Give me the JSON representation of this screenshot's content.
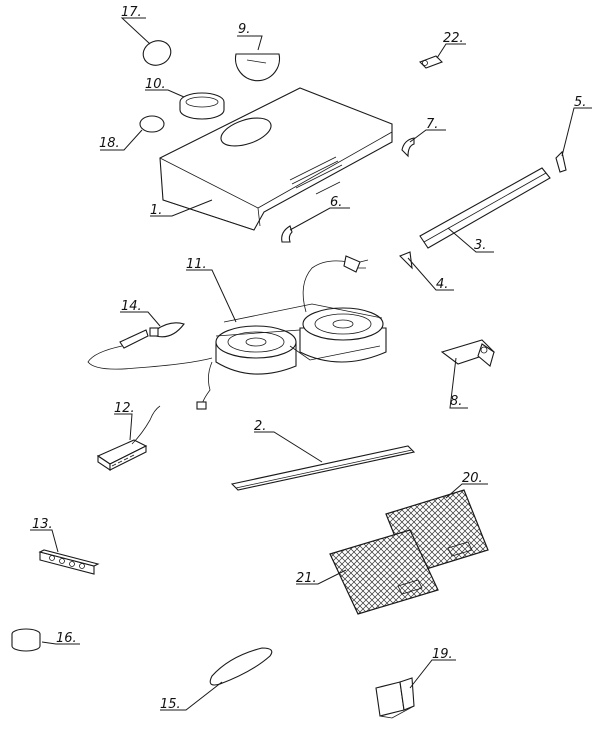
{
  "labels": {
    "p1": "1.",
    "p2": "2.",
    "p3": "3.",
    "p4": "4.",
    "p5": "5.",
    "p6": "6.",
    "p7": "7.",
    "p8": "8.",
    "p9": "9.",
    "p10": "10.",
    "p11": "11.",
    "p12": "12.",
    "p13": "13.",
    "p14": "14.",
    "p15": "15.",
    "p16": "16.",
    "p17": "17.",
    "p18": "18.",
    "p19": "19.",
    "p20": "20.",
    "p21": "21.",
    "p22": "22."
  }
}
